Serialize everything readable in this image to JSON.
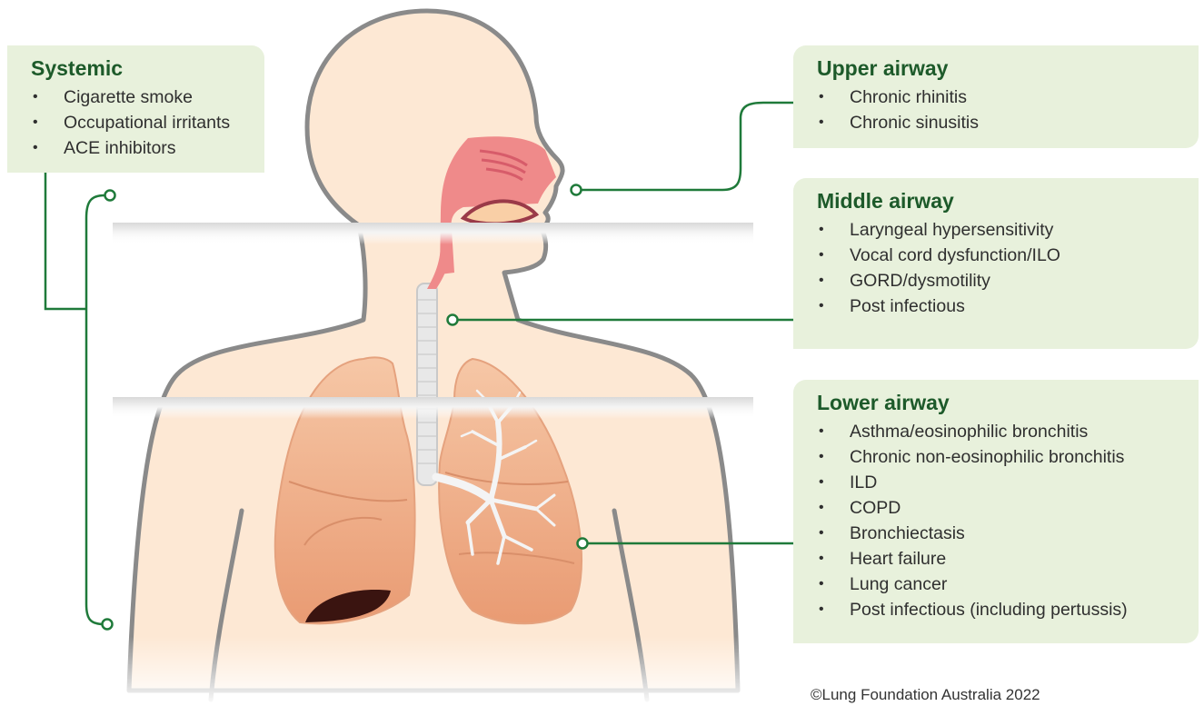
{
  "colors": {
    "box_background": "#e8f1dc",
    "heading": "#1d5a2a",
    "connector": "#1f7a3a",
    "skin": "#fde8d4",
    "outline": "#8a8a8a",
    "lung": "#f0b08c",
    "airway_pink": "#ef8a8a"
  },
  "icons": [
    "head-and-torso-illustration",
    "lungs-illustration",
    "trachea-illustration",
    "bronchial-tree-illustration"
  ],
  "systemic": {
    "title": "Systemic",
    "items": [
      "Cigarette smoke",
      "Occupational irritants",
      "ACE inhibitors"
    ]
  },
  "upper": {
    "title": "Upper airway",
    "items": [
      "Chronic rhinitis",
      "Chronic sinusitis"
    ]
  },
  "middle": {
    "title": "Middle airway",
    "items": [
      "Laryngeal hypersensitivity",
      "Vocal cord dysfunction/ILO",
      "GORD/dysmotility",
      "Post infectious"
    ]
  },
  "lower": {
    "title": "Lower airway",
    "items": [
      "Asthma/eosinophilic bronchitis",
      "Chronic non-eosinophilic bronchitis",
      "ILD",
      "COPD",
      "Bronchiectasis",
      "Heart failure",
      "Lung cancer",
      "Post infectious (including pertussis)"
    ]
  },
  "copyright": "©Lung Foundation Australia 2022"
}
